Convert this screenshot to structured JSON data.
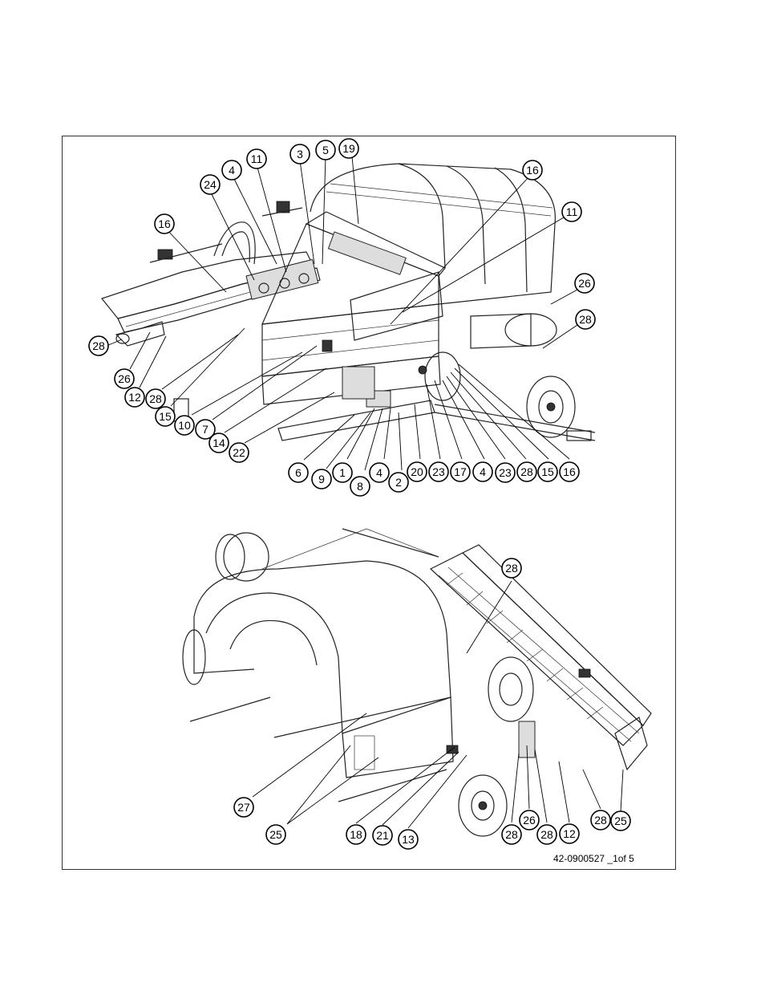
{
  "drawing_number": "42-0900527 _1of 5",
  "colors": {
    "line": "#000000",
    "background": "#ffffff"
  },
  "views": [
    {
      "name": "upper-view",
      "callouts": [
        "16",
        "4",
        "24",
        "11",
        "3",
        "5",
        "19",
        "16",
        "11",
        "26",
        "28",
        "28",
        "26",
        "12",
        "28",
        "15",
        "10",
        "7",
        "14",
        "22",
        "6",
        "9",
        "1",
        "8",
        "4",
        "2",
        "20",
        "23",
        "17",
        "4",
        "23",
        "28",
        "15",
        "16"
      ]
    },
    {
      "name": "lower-view",
      "callouts": [
        "28",
        "27",
        "25",
        "18",
        "21",
        "13",
        "28",
        "28",
        "26",
        "12",
        "28",
        "25"
      ]
    }
  ]
}
